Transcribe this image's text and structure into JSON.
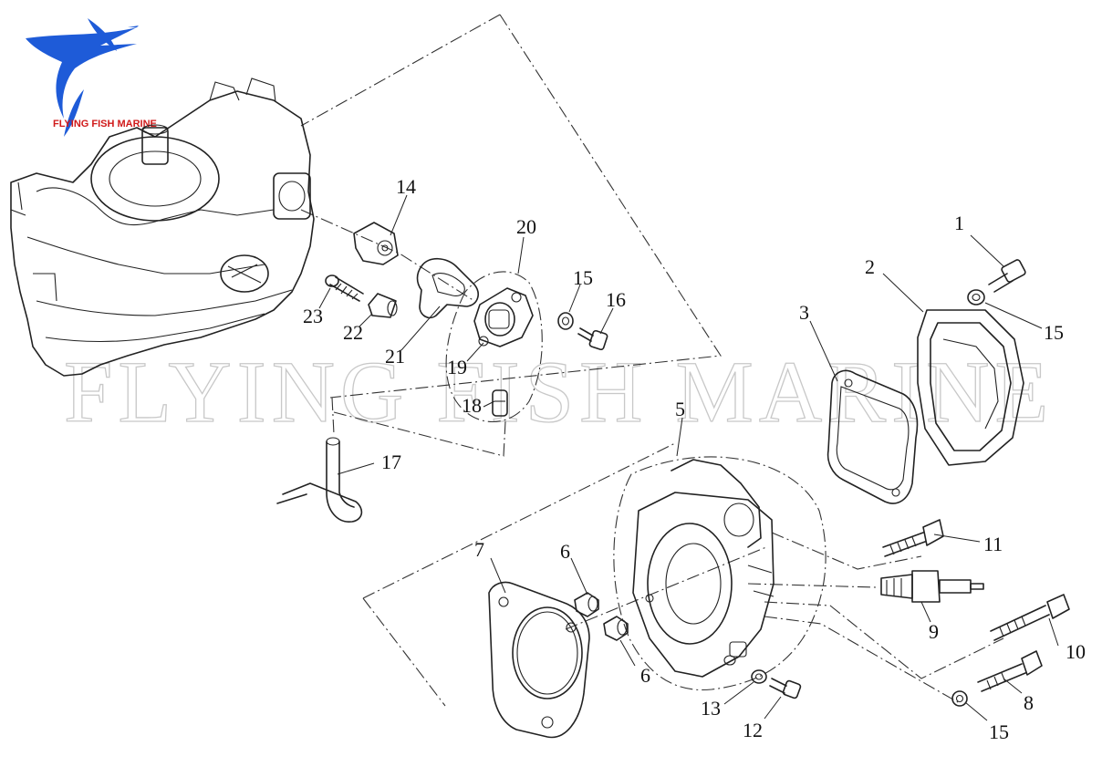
{
  "brand": {
    "logo_text": "FLYING FISH MARINE",
    "watermark": "FLYING FISH MARINE"
  },
  "colors": {
    "logo": "#1e5bd8",
    "logo_text": "#d01a1a",
    "line": "#222222",
    "watermark": "#c8c8c8"
  },
  "callouts": [
    "1",
    "2",
    "3",
    "5",
    "6",
    "6",
    "7",
    "8",
    "9",
    "10",
    "11",
    "12",
    "13",
    "14",
    "15",
    "15",
    "15",
    "16",
    "17",
    "18",
    "19",
    "20",
    "21",
    "22",
    "23"
  ]
}
